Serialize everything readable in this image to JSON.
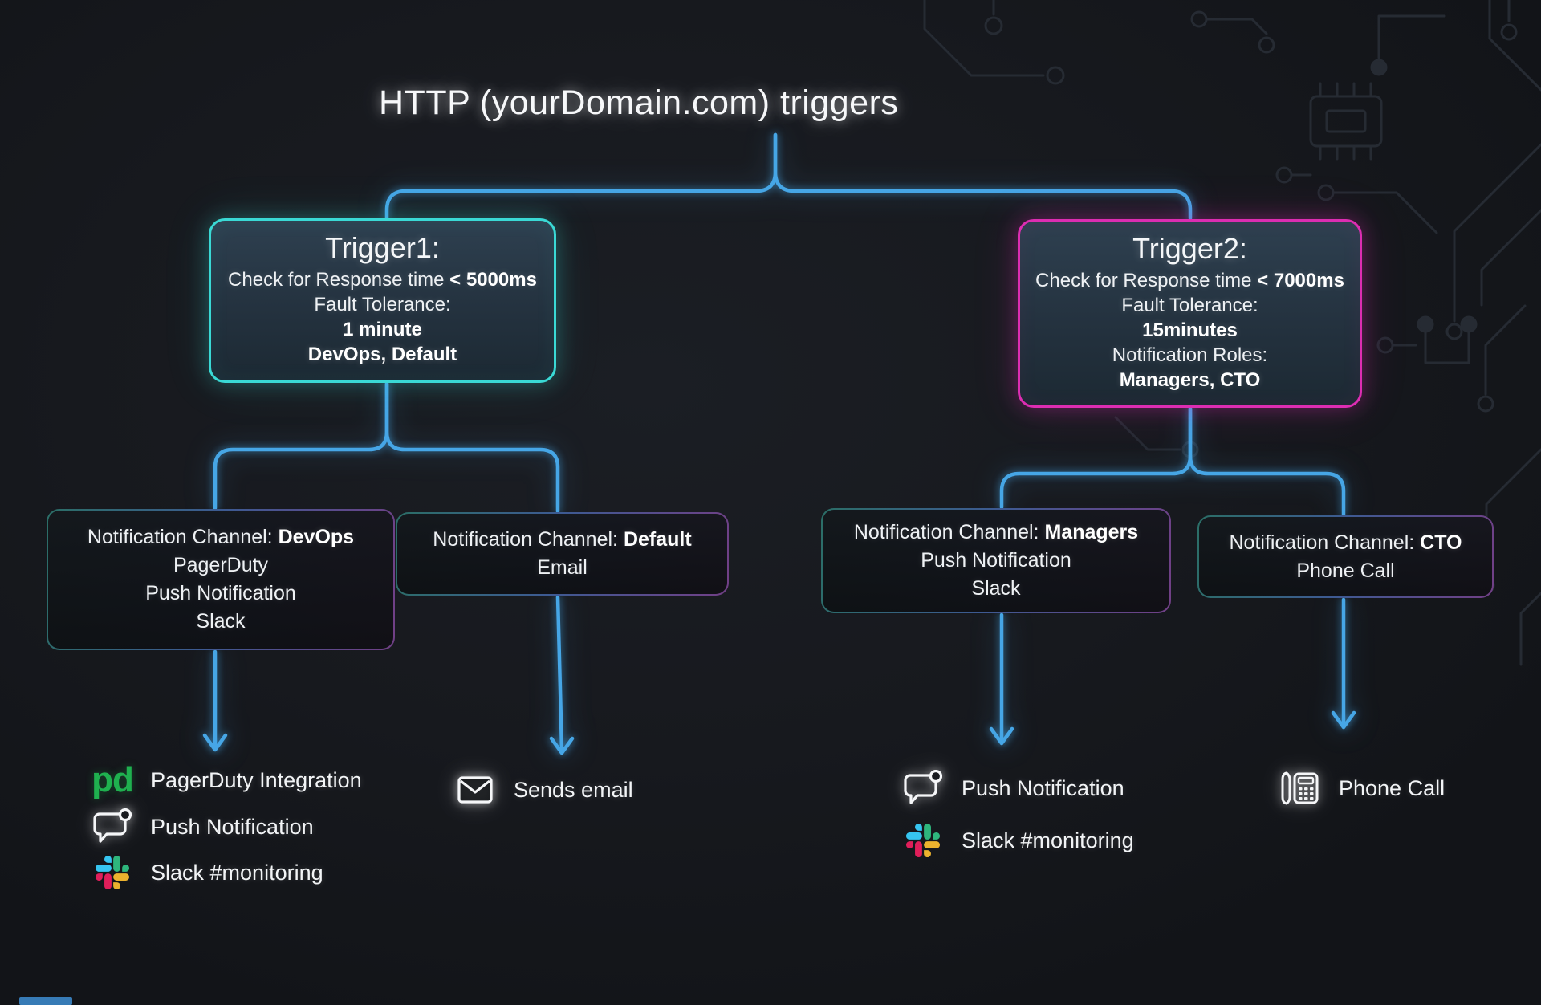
{
  "title": "HTTP (yourDomain.com) triggers",
  "trigger1": {
    "title": "Trigger1:",
    "check_label": "Check for Response time",
    "check_value": "< 5000ms",
    "fault_label": "Fault Tolerance:",
    "fault_value": "1 minute",
    "roles_value": "DevOps, Default"
  },
  "trigger2": {
    "title": "Trigger2:",
    "check_label": "Check for Response time",
    "check_value": "< 7000ms",
    "fault_label": "Fault Tolerance:",
    "fault_value": "15minutes",
    "roles_label": "Notification Roles:",
    "roles_value": "Managers, CTO"
  },
  "channels": [
    {
      "label": "Notification Channel:",
      "name": "DevOps",
      "items": [
        "PagerDuty",
        "Push Notification",
        "Slack"
      ]
    },
    {
      "label": "Notification Channel:",
      "name": "Default",
      "items": [
        "Email"
      ]
    },
    {
      "label": "Notification Channel:",
      "name": "Managers",
      "items": [
        "Push Notification",
        "Slack"
      ]
    },
    {
      "label": "Notification Channel:",
      "name": "CTO",
      "items": [
        "Phone Call"
      ]
    }
  ],
  "legend_left": {
    "pagerduty_label": "PagerDuty Integration",
    "push_label": "Push Notification",
    "slack_label": "Slack #monitoring"
  },
  "legend_email": {
    "label": "Sends email"
  },
  "legend_right": {
    "push_label": "Push Notification",
    "slack_label": "Slack #monitoring"
  },
  "legend_phone": {
    "label": "Phone Call"
  },
  "icons": {
    "pagerduty_text": "pd"
  },
  "colors": {
    "accent_blue": "#46a6e6",
    "teal_border": "#3ad9d5",
    "magenta_border": "#dd2db2",
    "pagerduty_green": "#1fb04f",
    "slack_blue": "#36C5F0",
    "slack_green": "#2EB67D",
    "slack_yellow": "#ECB22E",
    "slack_pink": "#E01E5A",
    "background": "#17191e",
    "text": "#f2f4f6"
  }
}
